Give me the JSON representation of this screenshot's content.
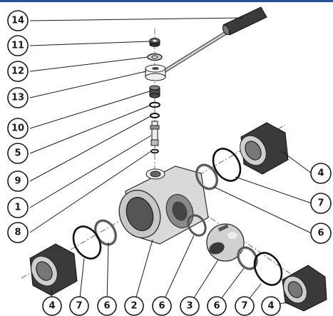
{
  "frame": {
    "border_color": "#2b4fa0"
  },
  "callouts": {
    "c14": "14",
    "c11": "11",
    "c12": "12",
    "c13": "13",
    "c10": "10",
    "c5": "5",
    "c9": "9",
    "c1": "1",
    "c8": "8",
    "r4a": "4",
    "r7a": "7",
    "r6a": "6",
    "b4": "4",
    "b7a": "7",
    "b6a": "6",
    "b2": "2",
    "b6b": "6",
    "b3": "3",
    "b6c": "6",
    "b7b": "7",
    "b4b": "4"
  },
  "icons": [
    "handle-lever",
    "nut",
    "washer",
    "stop-plate",
    "gland",
    "stem",
    "body",
    "ball",
    "seat-ring",
    "o-ring",
    "end-connector"
  ]
}
